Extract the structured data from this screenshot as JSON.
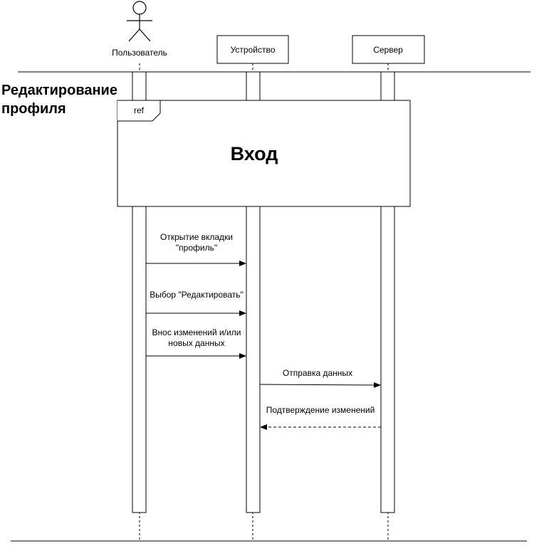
{
  "frame": {
    "title": "Редактирование\nпрофиля"
  },
  "participants": [
    {
      "id": "user",
      "label": "Пользователь",
      "kind": "actor"
    },
    {
      "id": "device",
      "label": "Устройство",
      "kind": "box"
    },
    {
      "id": "server",
      "label": "Сервер",
      "kind": "box"
    }
  ],
  "ref": {
    "tag": "ref",
    "label": "Вход"
  },
  "messages": [
    {
      "from": "user",
      "to": "device",
      "lines": [
        "Открытие вкладки",
        "\"профиль\""
      ],
      "style": "solid"
    },
    {
      "from": "user",
      "to": "device",
      "lines": [
        "Выбор \"Редактировать\""
      ],
      "style": "solid"
    },
    {
      "from": "user",
      "to": "device",
      "lines": [
        "Внос изменений и/или",
        "новых данных"
      ],
      "style": "solid"
    },
    {
      "from": "device",
      "to": "server",
      "lines": [
        "Отправка данных"
      ],
      "style": "solid"
    },
    {
      "from": "server",
      "to": "device",
      "lines": [
        "Подтверждение изменений"
      ],
      "style": "dashed"
    }
  ]
}
